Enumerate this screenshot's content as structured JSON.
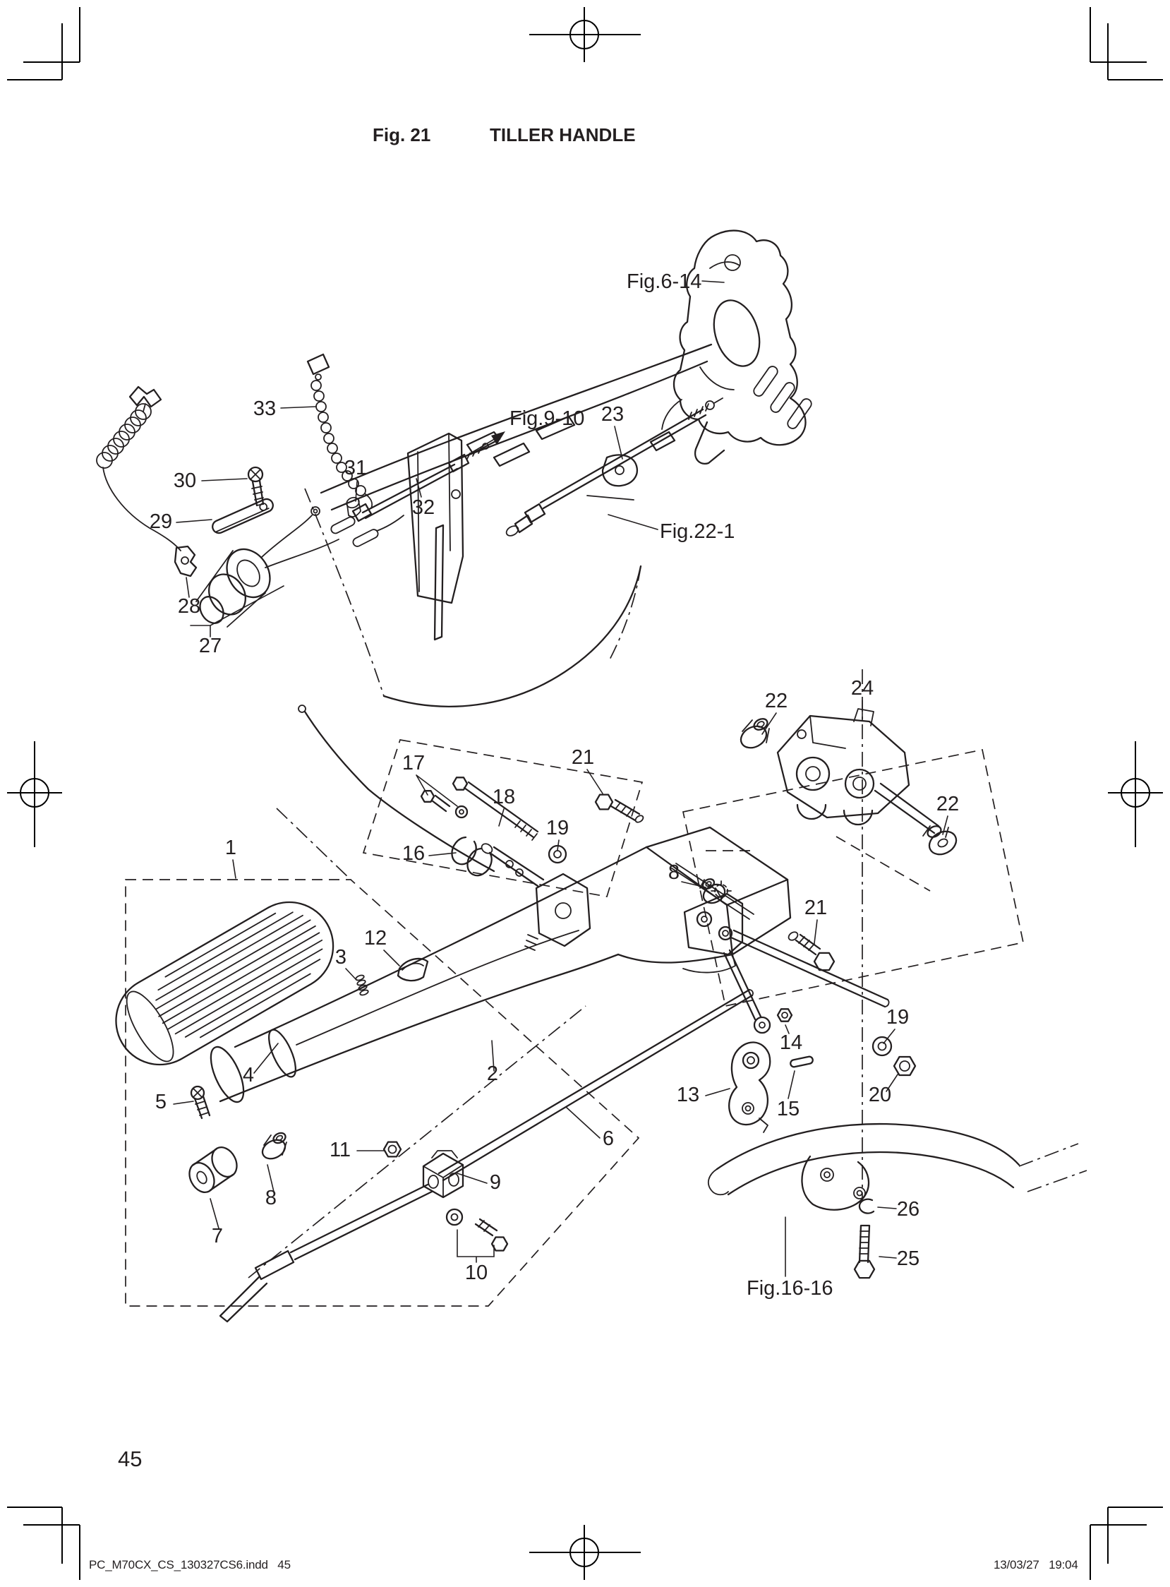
{
  "page": {
    "figure_label": "Fig. 21",
    "figure_title": "TILLER HANDLE",
    "page_number": "45",
    "footer_left": "PC_M70CX_CS_130327CS6.indd   45",
    "footer_right": "13/03/27   19:04"
  },
  "colors": {
    "ink": "#231f20",
    "paper": "#ffffff"
  },
  "diagram": {
    "figure_refs": [
      {
        "id": "fig-6-14",
        "label": "Fig.6-14"
      },
      {
        "id": "fig-9-10",
        "label": "Fig.9-10"
      },
      {
        "id": "fig-22-1",
        "label": "Fig.22-1"
      },
      {
        "id": "fig-16-16",
        "label": "Fig.16-16"
      }
    ],
    "callouts": [
      {
        "label": "33"
      },
      {
        "label": "30"
      },
      {
        "label": "29"
      },
      {
        "label": "31"
      },
      {
        "label": "32"
      },
      {
        "label": "28"
      },
      {
        "label": "27"
      },
      {
        "label": "23"
      },
      {
        "label": "22"
      },
      {
        "label": "24"
      },
      {
        "label": "22"
      },
      {
        "label": "17"
      },
      {
        "label": "18"
      },
      {
        "label": "21"
      },
      {
        "label": "19"
      },
      {
        "label": "16"
      },
      {
        "label": "8"
      },
      {
        "label": "1"
      },
      {
        "label": "12"
      },
      {
        "label": "3"
      },
      {
        "label": "21"
      },
      {
        "label": "19"
      },
      {
        "label": "20"
      },
      {
        "label": "14"
      },
      {
        "label": "13"
      },
      {
        "label": "15"
      },
      {
        "label": "4"
      },
      {
        "label": "5"
      },
      {
        "label": "2"
      },
      {
        "label": "6"
      },
      {
        "label": "11"
      },
      {
        "label": "9"
      },
      {
        "label": "8"
      },
      {
        "label": "7"
      },
      {
        "label": "10"
      },
      {
        "label": "26"
      },
      {
        "label": "25"
      }
    ]
  }
}
